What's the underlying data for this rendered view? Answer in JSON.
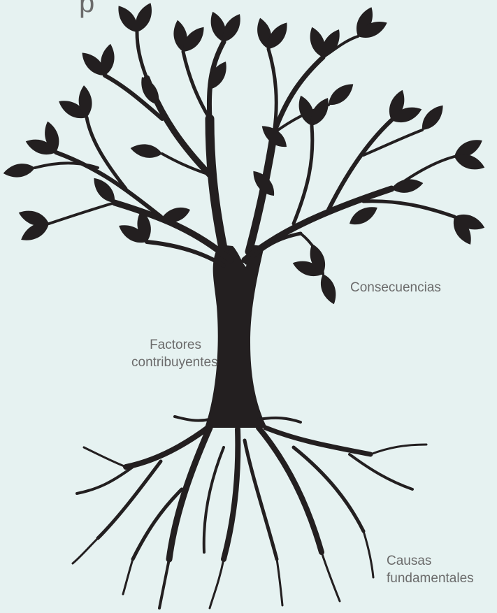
{
  "header": {
    "title_fragment": "p"
  },
  "labels": {
    "consequences": "Consecuencias",
    "contributing_factors_line1": "Factores",
    "contributing_factors_line2": "contribuyentes",
    "root_causes_line1": "Causas",
    "root_causes_line2": "fundamentales"
  },
  "colors": {
    "background": "#e6f2f1",
    "tree": "#231f20",
    "label_text": "#6b6b6b"
  }
}
